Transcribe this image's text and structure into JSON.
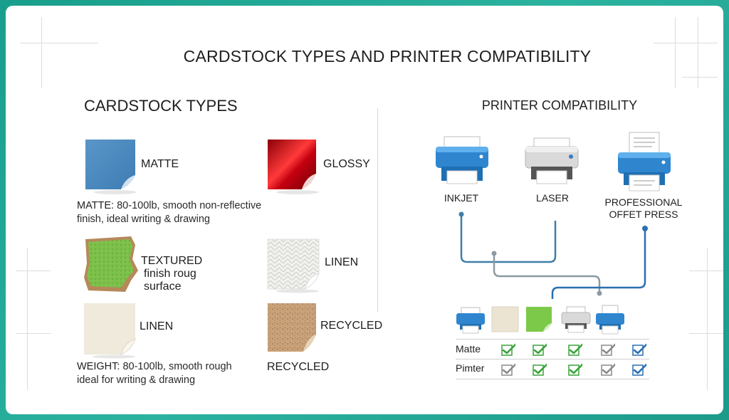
{
  "title": "CARDSTOCK TYPES AND PRINTER COMPATIBILITY",
  "left_section": {
    "heading": "CARDSTOCK TYPES",
    "items": {
      "matte": "MATTE",
      "glossy": "GLOSSY",
      "textured": "TEXTURED",
      "textured_sub1": "finish roug",
      "textured_sub2": "surface",
      "linen_right": "LINEN",
      "linen_left": "LINEN",
      "recycled": "RECYCLED",
      "recycled_below": "RECYCLED"
    },
    "matte_desc": {
      "bold": "MATTE:",
      "line1": " 80-100lb, smooth non-reflective",
      "line2": "finish, ideal writing & drawing"
    },
    "weight_desc": {
      "bold": "WEIGHT:",
      "line1": " 80-100lb, smooth rough",
      "line2": "ideal for writing & drawing"
    }
  },
  "right_section": {
    "heading": "PRINTER COMPATIBILITY",
    "printers": {
      "inkjet": "INKJET",
      "laser": "LASER",
      "offset_line1": "PROFESSIONAL",
      "offset_line2": "OFFET PRESS"
    },
    "table": {
      "rows": [
        {
          "label": "Matte",
          "checks": [
            "green",
            "green",
            "green",
            "gray",
            "blue"
          ]
        },
        {
          "label": "Pimter",
          "checks": [
            "gray",
            "green",
            "green",
            "gray",
            "blue"
          ]
        }
      ]
    }
  },
  "colors": {
    "accent_blue": "#2a86c7",
    "line_blue": "#3f7ea7",
    "line_gray": "#8c9aa3",
    "check_green": "#3aa33a",
    "check_gray": "#8a8a8a",
    "check_blue": "#2a6fb3"
  }
}
